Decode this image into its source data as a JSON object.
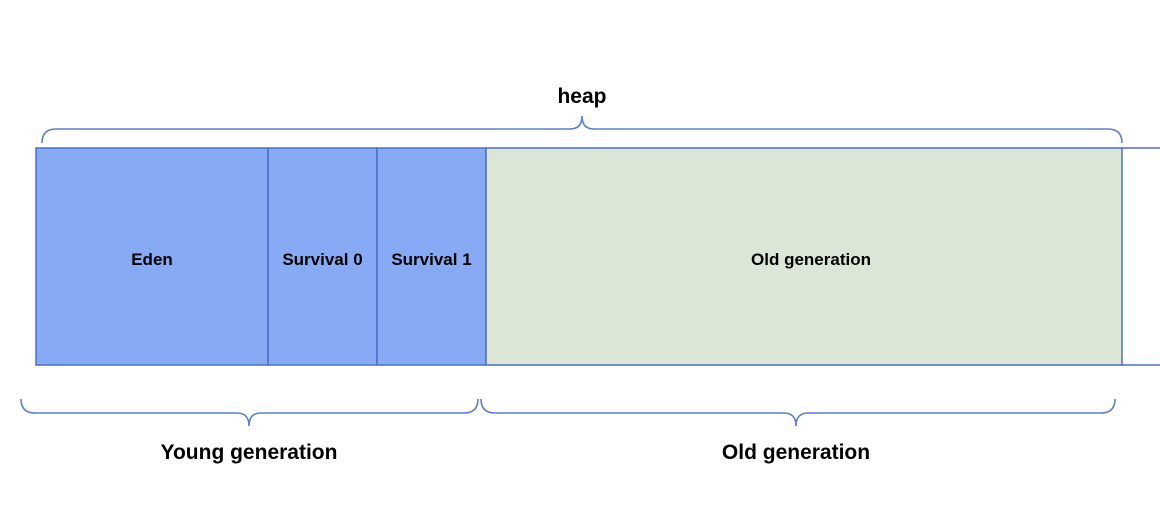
{
  "heap_label": "heap",
  "segments": [
    {
      "label": "Eden",
      "color": "#86aaf3"
    },
    {
      "label": "Survival 0",
      "color": "#86aaf3"
    },
    {
      "label": "Survival 1",
      "color": "#86aaf3"
    },
    {
      "label": "Old generation",
      "color": "#dce6d6"
    }
  ],
  "groups": {
    "young_label": "Young generation",
    "old_label": "Old generation"
  },
  "colors": {
    "border": "#4c6fc4",
    "brace": "#5b80cf"
  }
}
